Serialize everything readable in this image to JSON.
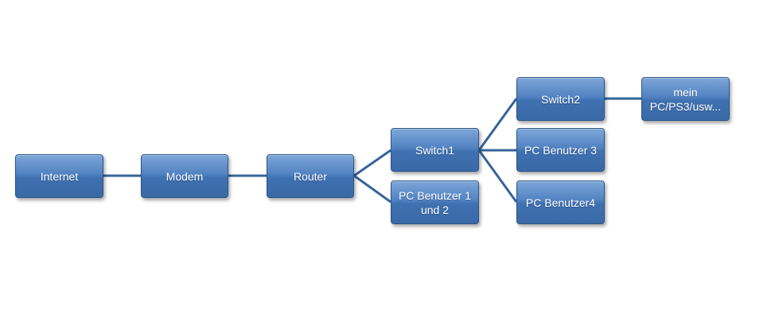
{
  "nodes": {
    "internet": "Internet",
    "modem": "Modem",
    "router": "Router",
    "switch1": "Switch1",
    "pc_benutzer_1_2": "PC Benutzer  1\nund 2",
    "switch2": "Switch2",
    "pc_benutzer_3": "PC Benutzer  3",
    "pc_benutzer_4": "PC Benutzer4",
    "mein_pc": "mein\nPC/PS3/usw..."
  },
  "colors": {
    "box_fill": "#4f80c0",
    "box_border": "#2a5687",
    "connector": "#35649a",
    "text": "#ffffff"
  }
}
